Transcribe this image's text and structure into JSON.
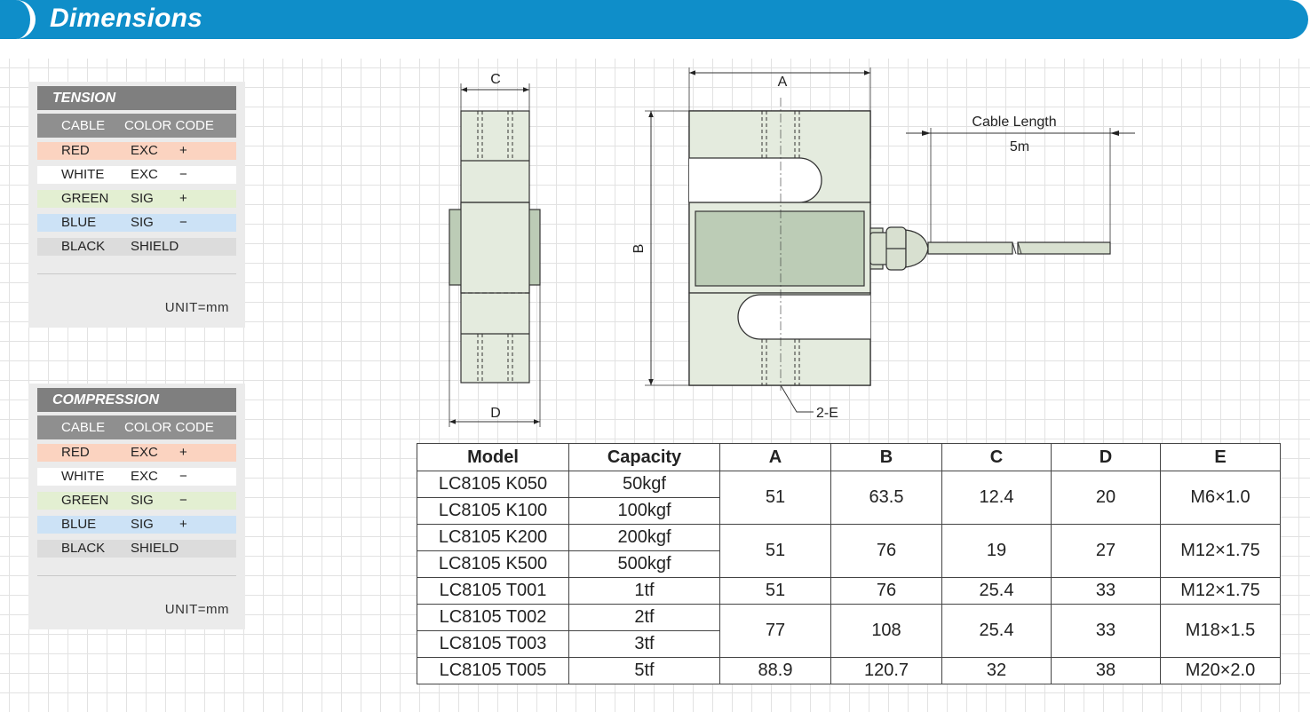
{
  "header": {
    "title": "Dimensions"
  },
  "tension": {
    "title": "TENSION",
    "col_cable": "CABLE",
    "col_color": "COLOR CODE",
    "rows": [
      {
        "color": "RED",
        "fn": "EXC",
        "sign": "+",
        "bg": "#fbd3c0"
      },
      {
        "color": "WHITE",
        "fn": "EXC",
        "sign": "−",
        "bg": "#ffffff"
      },
      {
        "color": "GREEN",
        "fn": "SIG",
        "sign": "+",
        "bg": "#e3efd2"
      },
      {
        "color": "BLUE",
        "fn": "SIG",
        "sign": "−",
        "bg": "#cce2f6"
      },
      {
        "color": "BLACK",
        "fn": "SHIELD",
        "sign": "",
        "bg": "#dcdcdc"
      }
    ],
    "unit": "UNIT=mm"
  },
  "compression": {
    "title": "COMPRESSION",
    "col_cable": "CABLE",
    "col_color": "COLOR CODE",
    "rows": [
      {
        "color": "RED",
        "fn": "EXC",
        "sign": "+",
        "bg": "#fbd3c0"
      },
      {
        "color": "WHITE",
        "fn": "EXC",
        "sign": "−",
        "bg": "#ffffff"
      },
      {
        "color": "GREEN",
        "fn": "SIG",
        "sign": "−",
        "bg": "#e3efd2"
      },
      {
        "color": "BLUE",
        "fn": "SIG",
        "sign": "+",
        "bg": "#cce2f6"
      },
      {
        "color": "BLACK",
        "fn": "SHIELD",
        "sign": "",
        "bg": "#dcdcdc"
      }
    ],
    "unit": "UNIT=mm"
  },
  "drawing": {
    "label_a": "A",
    "label_b": "B",
    "label_c": "C",
    "label_d": "D",
    "label_e": "2-E",
    "cable_length_label": "Cable Length",
    "cable_length_value": "5m",
    "body_color": "#e4ebde",
    "window_color": "#bcccb6"
  },
  "spec_table": {
    "headers": [
      "Model",
      "Capacity",
      "A",
      "B",
      "C",
      "D",
      "E"
    ],
    "rows": [
      {
        "model": "LC8105 K050",
        "capacity": "50kgf",
        "a": "51",
        "b": "63.5",
        "c": "12.4",
        "d": "20",
        "e": "M6×1.0"
      },
      {
        "model": "LC8105 K100",
        "capacity": "100kgf"
      },
      {
        "model": "LC8105 K200",
        "capacity": "200kgf",
        "a": "51",
        "b": "76",
        "c": "19",
        "d": "27",
        "e": "M12×1.75"
      },
      {
        "model": "LC8105 K500",
        "capacity": "500kgf"
      },
      {
        "model": "LC8105 T001",
        "capacity": "1tf",
        "a": "51",
        "b": "76",
        "c": "25.4",
        "d": "33",
        "e": "M12×1.75"
      },
      {
        "model": "LC8105 T002",
        "capacity": "2tf",
        "a": "77",
        "b": "108",
        "c": "25.4",
        "d": "33",
        "e": "M18×1.5"
      },
      {
        "model": "LC8105 T003",
        "capacity": "3tf"
      },
      {
        "model": "LC8105 T005",
        "capacity": "5tf",
        "a": "88.9",
        "b": "120.7",
        "c": "32",
        "d": "38",
        "e": "M20×2.0"
      }
    ]
  }
}
